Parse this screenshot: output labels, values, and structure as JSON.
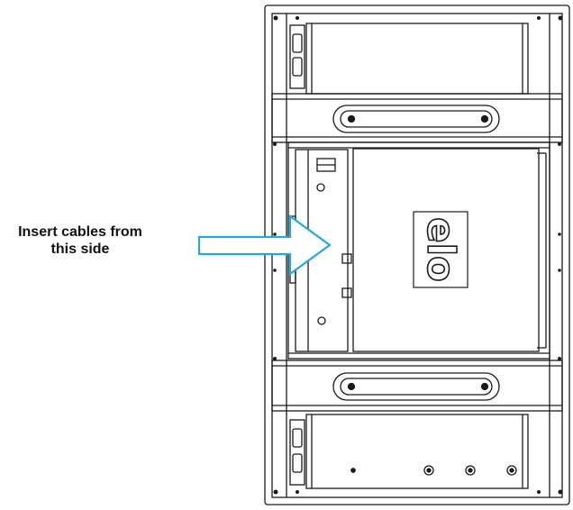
{
  "callout": {
    "line1": "Insert cables from",
    "line2": "this side"
  },
  "colors": {
    "arrow_stroke": "#23a8d8",
    "line": "#1a1a1a",
    "background": "#ffffff"
  },
  "logo": {
    "text": "elo",
    "kind": "brand-logo",
    "orientation": "rotated-90"
  },
  "parts": {
    "frame": "display-chassis",
    "mount_slots": 2,
    "screws_bottom": 4
  }
}
